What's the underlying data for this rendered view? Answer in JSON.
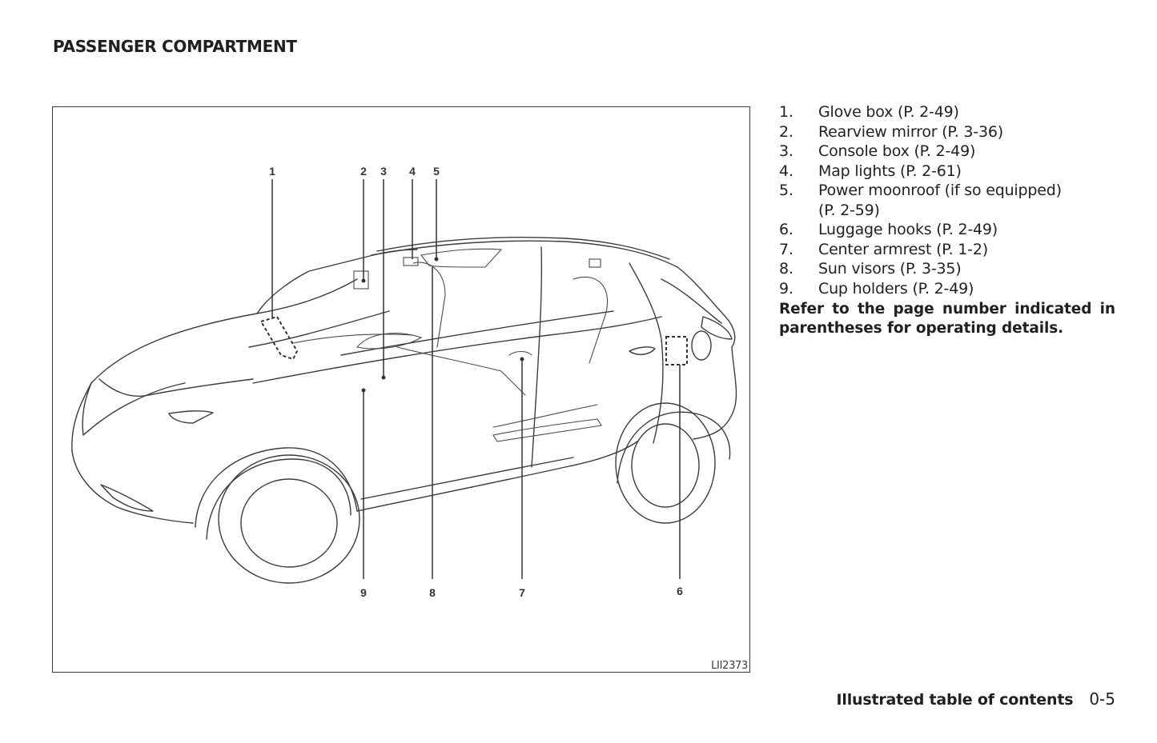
{
  "header": {
    "section_title": "PASSENGER COMPARTMENT"
  },
  "figure": {
    "figure_id": "LII2373",
    "callouts_top": [
      "1",
      "2",
      "3",
      "4",
      "5"
    ],
    "callouts_bottom": [
      "9",
      "8",
      "7",
      "6"
    ]
  },
  "legend": {
    "items": [
      {
        "num": "1.",
        "text": "Glove box (P. 2-49)"
      },
      {
        "num": "2.",
        "text": "Rearview mirror (P. 3-36)"
      },
      {
        "num": "3.",
        "text": "Console box (P. 2-49)"
      },
      {
        "num": "4.",
        "text": "Map lights (P. 2-61)"
      },
      {
        "num": "5.",
        "text": "Power moonroof (if so equipped)"
      },
      {
        "num": "",
        "text": "(P. 2-59)"
      },
      {
        "num": "6.",
        "text": "Luggage hooks (P. 2-49)"
      },
      {
        "num": "7.",
        "text": "Center armrest (P. 1-2)"
      },
      {
        "num": "8.",
        "text": "Sun visors (P. 3-35)"
      },
      {
        "num": "9.",
        "text": "Cup holders (P. 2-49)"
      }
    ],
    "note": "Refer to the page number indicated in parentheses for operating details."
  },
  "footer": {
    "label": "Illustrated table of contents",
    "page": "0-5"
  }
}
